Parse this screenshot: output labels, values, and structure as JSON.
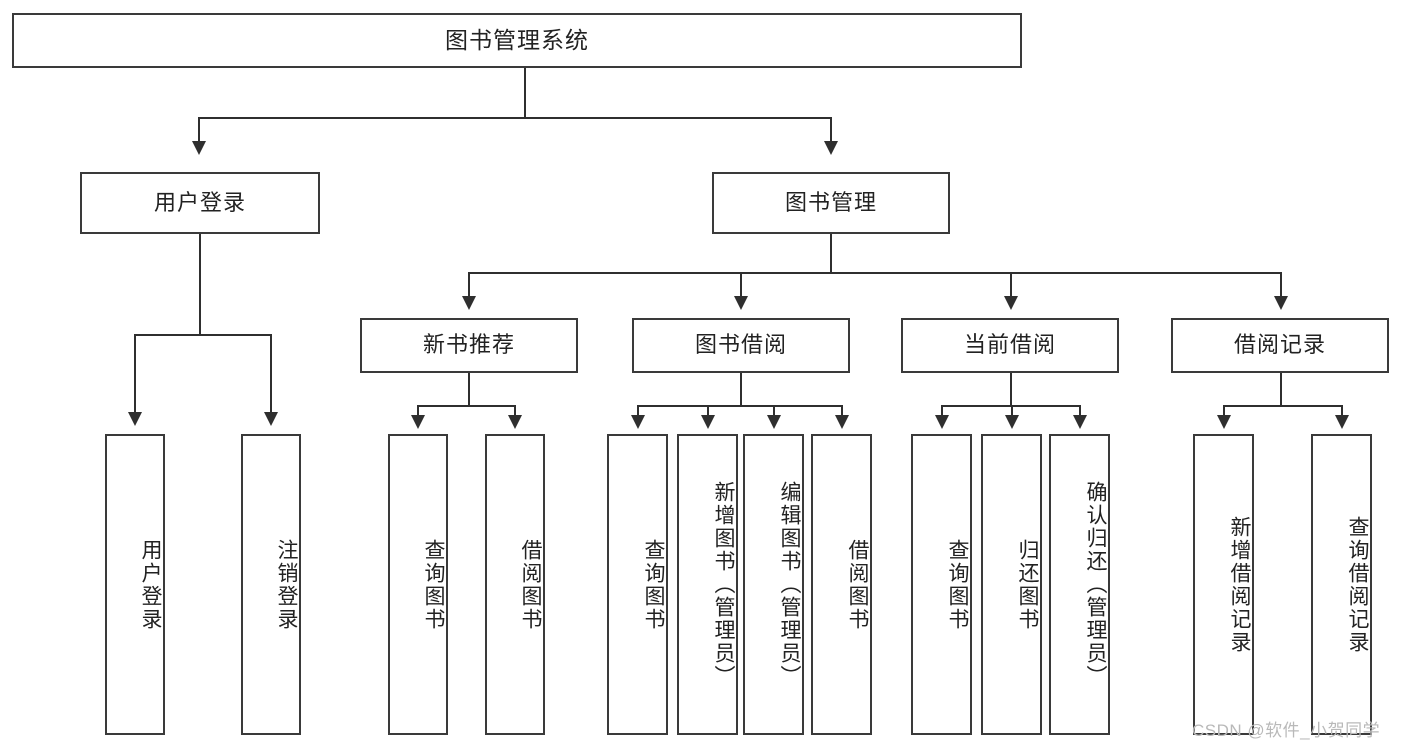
{
  "diagram": {
    "title": "图书管理系统",
    "type": "hierarchy-tree",
    "root": {
      "label": "图书管理系统"
    },
    "level1": [
      {
        "label": "用户登录"
      },
      {
        "label": "图书管理"
      }
    ],
    "level2": [
      {
        "label": "新书推荐"
      },
      {
        "label": "图书借阅"
      },
      {
        "label": "当前借阅"
      },
      {
        "label": "借阅记录"
      }
    ],
    "leaves": {
      "user_login": [
        {
          "label": "用户登录"
        },
        {
          "label": "注销登录"
        }
      ],
      "new_book_recommend": [
        {
          "label": "查询图书"
        },
        {
          "label": "借阅图书"
        }
      ],
      "book_borrow": [
        {
          "label": "查询图书"
        },
        {
          "label": "新增图书（管理员）"
        },
        {
          "label": "编辑图书（管理员）"
        },
        {
          "label": "借阅图书"
        }
      ],
      "current_borrow": [
        {
          "label": "查询图书"
        },
        {
          "label": "归还图书"
        },
        {
          "label": "确认归还（管理员）"
        }
      ],
      "borrow_record": [
        {
          "label": "新增借阅记录"
        },
        {
          "label": "查询借阅记录"
        }
      ]
    }
  },
  "watermark": {
    "text": "CSDN @软件_小贺同学"
  },
  "colors": {
    "box_border": "#3a3a3a",
    "line": "#2f2f2f",
    "text": "#222222",
    "background": "#ffffff",
    "watermark": "#b9b9b9"
  }
}
